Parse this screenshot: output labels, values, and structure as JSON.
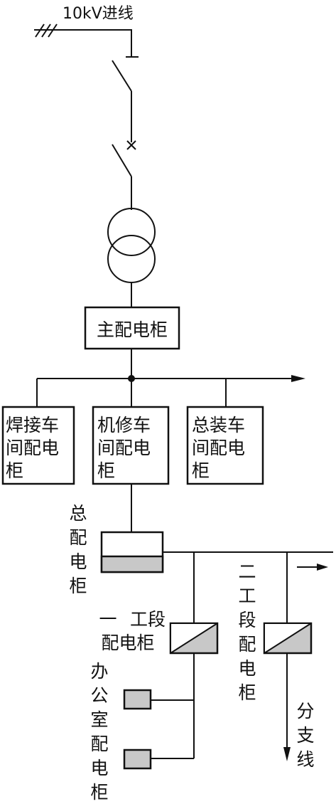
{
  "incoming_line": "10kV进线",
  "main_cabinet": "主配电柜",
  "workshops": [
    {
      "lines": [
        "焊接车",
        "间配电",
        "柜"
      ]
    },
    {
      "lines": [
        "机修车",
        "间配电",
        "柜"
      ]
    },
    {
      "lines": [
        "总装车",
        "间配电",
        "柜"
      ]
    }
  ],
  "general_cabinet": [
    "总",
    "配",
    "电",
    "柜"
  ],
  "section1_cabinet": [
    "一",
    "工段",
    "配电柜"
  ],
  "section2_cabinet": [
    "二",
    "工",
    "段",
    "配",
    "电",
    "柜"
  ],
  "office_cabinet": [
    "办",
    "公",
    "室",
    "配",
    "电",
    "柜"
  ],
  "branch_line": [
    "分",
    "支",
    "线"
  ],
  "colors": {
    "line": "#111111",
    "fill_gray": "#c8c8c8"
  }
}
